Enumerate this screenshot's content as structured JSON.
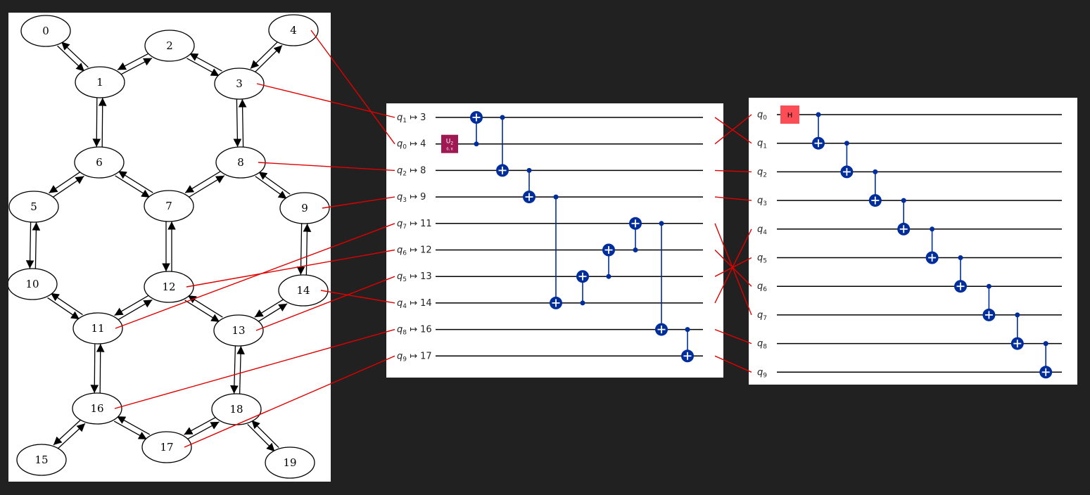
{
  "coupling_graph": {
    "nodes": [
      "0",
      "1",
      "2",
      "3",
      "4",
      "5",
      "6",
      "7",
      "8",
      "9",
      "10",
      "11",
      "12",
      "13",
      "14",
      "15",
      "16",
      "17",
      "18",
      "19"
    ],
    "edges": [
      [
        "0",
        "1"
      ],
      [
        "1",
        "2"
      ],
      [
        "2",
        "3"
      ],
      [
        "3",
        "4"
      ],
      [
        "1",
        "6"
      ],
      [
        "3",
        "8"
      ],
      [
        "6",
        "5"
      ],
      [
        "6",
        "7"
      ],
      [
        "7",
        "8"
      ],
      [
        "8",
        "9"
      ],
      [
        "5",
        "10"
      ],
      [
        "7",
        "12"
      ],
      [
        "9",
        "14"
      ],
      [
        "10",
        "11"
      ],
      [
        "11",
        "12"
      ],
      [
        "12",
        "13"
      ],
      [
        "13",
        "14"
      ],
      [
        "11",
        "16"
      ],
      [
        "13",
        "18"
      ],
      [
        "16",
        "15"
      ],
      [
        "16",
        "17"
      ],
      [
        "17",
        "18"
      ],
      [
        "18",
        "19"
      ]
    ]
  },
  "mapped_circuit": {
    "wires": [
      {
        "qubit": "q",
        "index": "1",
        "arrow": "↦",
        "phys": "3"
      },
      {
        "qubit": "q",
        "index": "0",
        "arrow": "↦",
        "phys": "4"
      },
      {
        "qubit": "q",
        "index": "2",
        "arrow": "↦",
        "phys": "8"
      },
      {
        "qubit": "q",
        "index": "3",
        "arrow": "↦",
        "phys": "9"
      },
      {
        "qubit": "q",
        "index": "7",
        "arrow": "↦",
        "phys": "11"
      },
      {
        "qubit": "q",
        "index": "6",
        "arrow": "↦",
        "phys": "12"
      },
      {
        "qubit": "q",
        "index": "5",
        "arrow": "↦",
        "phys": "13"
      },
      {
        "qubit": "q",
        "index": "4",
        "arrow": "↦",
        "phys": "14"
      },
      {
        "qubit": "q",
        "index": "8",
        "arrow": "↦",
        "phys": "16"
      },
      {
        "qubit": "q",
        "index": "9",
        "arrow": "↦",
        "phys": "17"
      }
    ],
    "u2_gate": {
      "label": "U",
      "sub": "2",
      "params": "0, π",
      "color": "#9F1853"
    },
    "cnots": [
      {
        "control": 1,
        "target": 0
      },
      {
        "control": 0,
        "target": 2
      },
      {
        "control": 2,
        "target": 3
      },
      {
        "control": 3,
        "target": 7
      },
      {
        "control": 7,
        "target": 6
      },
      {
        "control": 6,
        "target": 5
      },
      {
        "control": 5,
        "target": 4
      },
      {
        "control": 4,
        "target": 8
      },
      {
        "control": 8,
        "target": 9
      }
    ]
  },
  "logical_circuit": {
    "wires": [
      {
        "qubit": "q",
        "index": "0"
      },
      {
        "qubit": "q",
        "index": "1"
      },
      {
        "qubit": "q",
        "index": "2"
      },
      {
        "qubit": "q",
        "index": "3"
      },
      {
        "qubit": "q",
        "index": "4"
      },
      {
        "qubit": "q",
        "index": "5"
      },
      {
        "qubit": "q",
        "index": "6"
      },
      {
        "qubit": "q",
        "index": "7"
      },
      {
        "qubit": "q",
        "index": "8"
      },
      {
        "qubit": "q",
        "index": "9"
      }
    ],
    "h_gate": {
      "label": "H",
      "color": "#FA4D56"
    },
    "cnots": [
      {
        "control": 0,
        "target": 1
      },
      {
        "control": 1,
        "target": 2
      },
      {
        "control": 2,
        "target": 3
      },
      {
        "control": 3,
        "target": 4
      },
      {
        "control": 4,
        "target": 5
      },
      {
        "control": 5,
        "target": 6
      },
      {
        "control": 6,
        "target": 7
      },
      {
        "control": 7,
        "target": 8
      },
      {
        "control": 8,
        "target": 9
      }
    ]
  },
  "colors": {
    "background": "#212121",
    "gate_blue": "#002D9C",
    "link_red": "#E00000"
  }
}
